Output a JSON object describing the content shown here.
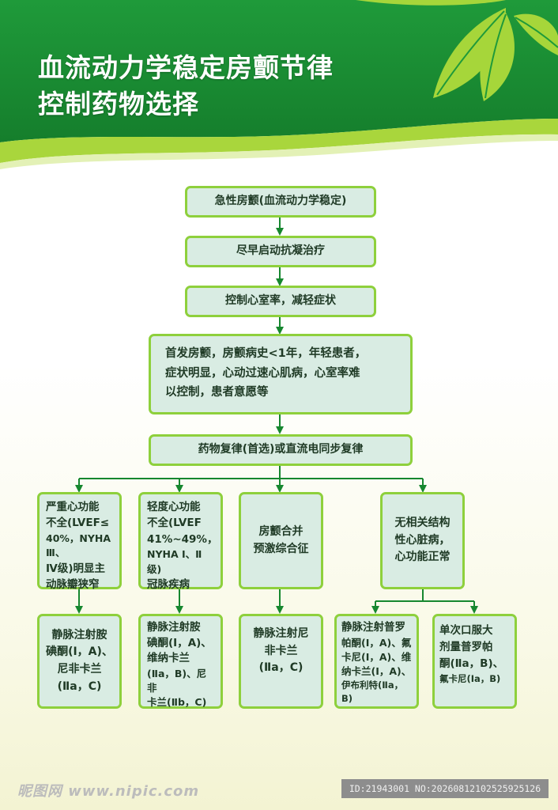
{
  "title": {
    "line1": "血流动力学稳定房颤节律",
    "line2": "控制药物选择"
  },
  "colors": {
    "green_dark": "#1e8f36",
    "green_light": "#8ed03c",
    "box_fill": "#d9ece3",
    "arrow": "#16872f"
  },
  "flow": {
    "acute_af": "急性房颤(血流动力学稳定)",
    "anticoagulation": "尽早启动抗凝治疗",
    "rate_control": "控制心室率，减轻症状",
    "criteria": [
      "首发房颤，房颤病史<1年，年轻患者，",
      "症状明显，心动过速心肌病，心室率难",
      "以控制，患者意愿等"
    ],
    "cardioversion": "药物复律(首选)或直流电同步复律",
    "branches": {
      "severe_hf": [
        "严重心功能",
        "不全(LVEF≤",
        "40%，NYHA Ⅲ、",
        "Ⅳ级)明显主",
        "动脉瓣狭窄"
      ],
      "mild_hf": [
        "轻度心功能",
        "不全(LVEF",
        "41%~49%，",
        "NYHA Ⅰ、Ⅱ级)",
        "冠脉疾病"
      ],
      "preexcitation": [
        "房颤合并",
        "预激综合征"
      ],
      "no_structural": [
        "无相关结构",
        "性心脏病，",
        "心功能正常"
      ]
    },
    "drugs": {
      "severe_hf": [
        "静脉注射胺",
        "碘酮(Ⅰ，A)、",
        "尼非卡兰",
        "(Ⅱa，C)"
      ],
      "mild_hf": [
        "静脉注射胺",
        "碘酮(Ⅰ，A)、",
        "维纳卡兰",
        "(Ⅱa，B)、尼非",
        "卡兰(Ⅱb，C)"
      ],
      "preexcitation": [
        "静脉注射尼",
        "非卡兰",
        "(Ⅱa，C)"
      ],
      "no_structural_iv": [
        "静脉注射普罗",
        "帕酮(Ⅰ，A)、氟",
        "卡尼(Ⅰ，A)、维",
        "纳卡兰(Ⅰ，A)、",
        "伊布利特(Ⅱa，B)"
      ],
      "no_structural_oral": [
        "单次口服大",
        "剂量普罗帕",
        "酮(Ⅱa，B)、",
        "氟卡尼(Ⅰa，B)"
      ]
    }
  },
  "watermark": {
    "left": "昵图网 www.nipic.com",
    "right": "ID:21943001 NO:20260812102525925126"
  }
}
